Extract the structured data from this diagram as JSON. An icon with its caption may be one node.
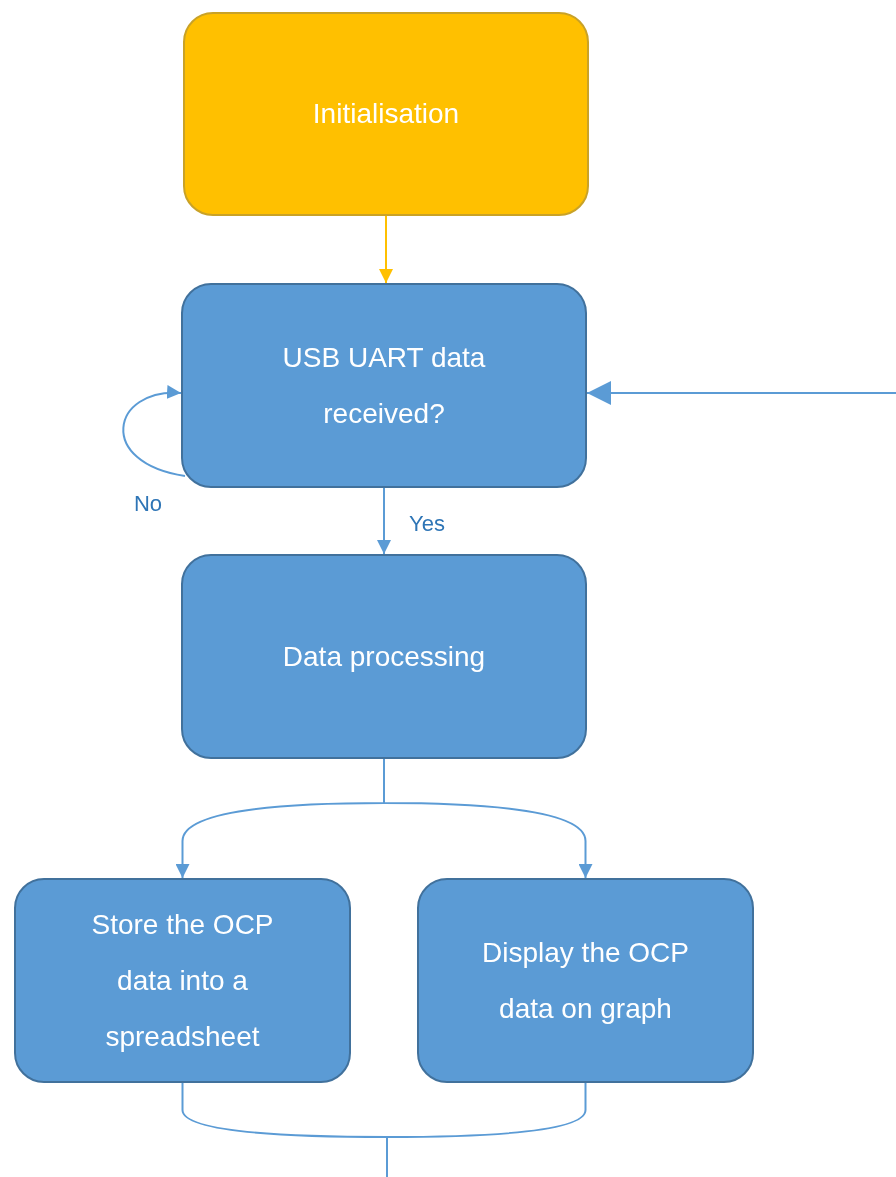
{
  "diagram": {
    "nodes": [
      {
        "text": [
          "Initialisation"
        ]
      },
      {
        "text": [
          "USB UART data received?"
        ]
      },
      {
        "text": [
          "Data processing"
        ]
      },
      {
        "text": [
          "Store the OCP data into a spreadsheet"
        ]
      },
      {
        "text": [
          "Display the OCP data on graph"
        ]
      }
    ],
    "edges": [
      {
        "from": 0,
        "to": 1,
        "arrow": "to",
        "color": "#ffc000"
      },
      {
        "from": 1,
        "to": 1,
        "arrow": "to",
        "label": "No"
      },
      {
        "from": 1,
        "to": 2,
        "arrow": "to",
        "label": "Yes"
      },
      {
        "from": 2,
        "to": 3,
        "arrow": "to"
      },
      {
        "from": 2,
        "to": 4,
        "arrow": "to"
      },
      {
        "from": 3,
        "to": null,
        "arrow": "none"
      },
      {
        "from": 4,
        "to": null,
        "arrow": "none"
      },
      {
        "from": null,
        "to": 1,
        "arrow": "to"
      }
    ]
  }
}
